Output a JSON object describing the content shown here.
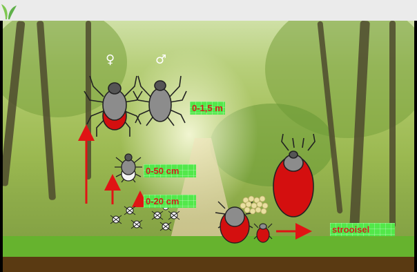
{
  "labels": {
    "adult_height": "0-1,5 m",
    "nymph_height": "0-50 cm",
    "larva_height": "0-20 cm",
    "litter": "strooisel"
  },
  "symbols": {
    "female": "♀",
    "male": "♂"
  },
  "colors": {
    "tick_red": "#d40f0f",
    "tick_grey": "#8c8c8c",
    "arrow_red": "#e01414",
    "label_bg": "#52e84a",
    "label_text": "#d0211c",
    "ground_green": "#66b32e",
    "ground_brown": "#5a3a12"
  }
}
